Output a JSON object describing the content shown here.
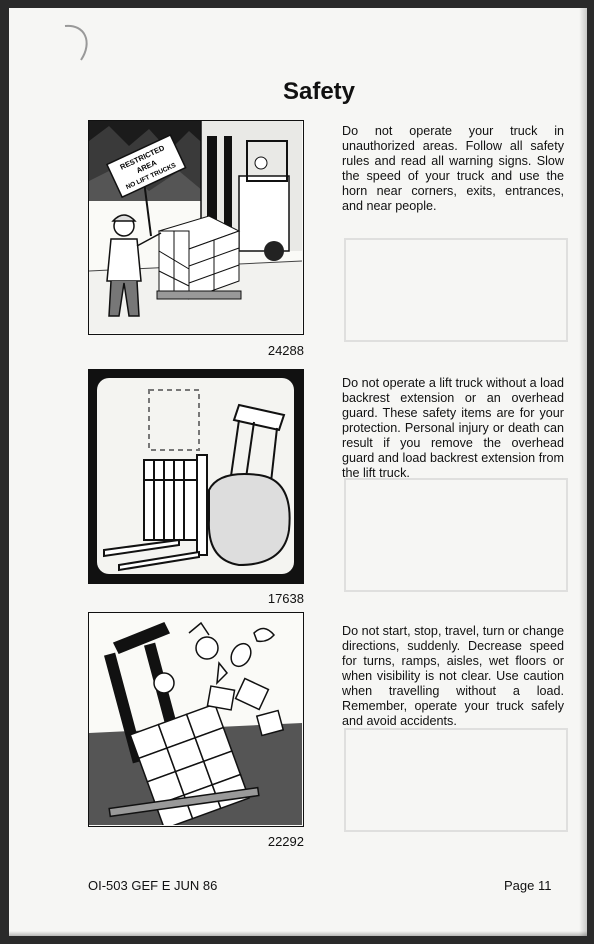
{
  "page": {
    "title": "Safety",
    "sections": [
      {
        "figure_number": "24288",
        "text": "Do not operate your truck in unauthorized areas. Follow all safety rules and read all warning signs. Slow the speed of your truck and use the horn near corners, exits, entrances, and near people.",
        "sign_lines": [
          "RESTRICTED",
          "AREA",
          "NO LIFT TRUCKS"
        ]
      },
      {
        "figure_number": "17638",
        "text": "Do not operate a lift truck without a load backrest extension or an overhead guard. These safety items are for your protection. Personal injury or death can result if you remove the overhead guard and load backrest extension from the lift truck."
      },
      {
        "figure_number": "22292",
        "text": "Do not start, stop, travel, turn or change directions, suddenly. Decrease speed for turns, ramps, aisles, wet floors or when visibility is not clear. Use caution when travelling without a load. Remember, operate your truck safely and avoid accidents."
      }
    ],
    "footer": {
      "doc_code": "OI-503 GEF E JUN 86",
      "page_label": "Page 11"
    }
  }
}
